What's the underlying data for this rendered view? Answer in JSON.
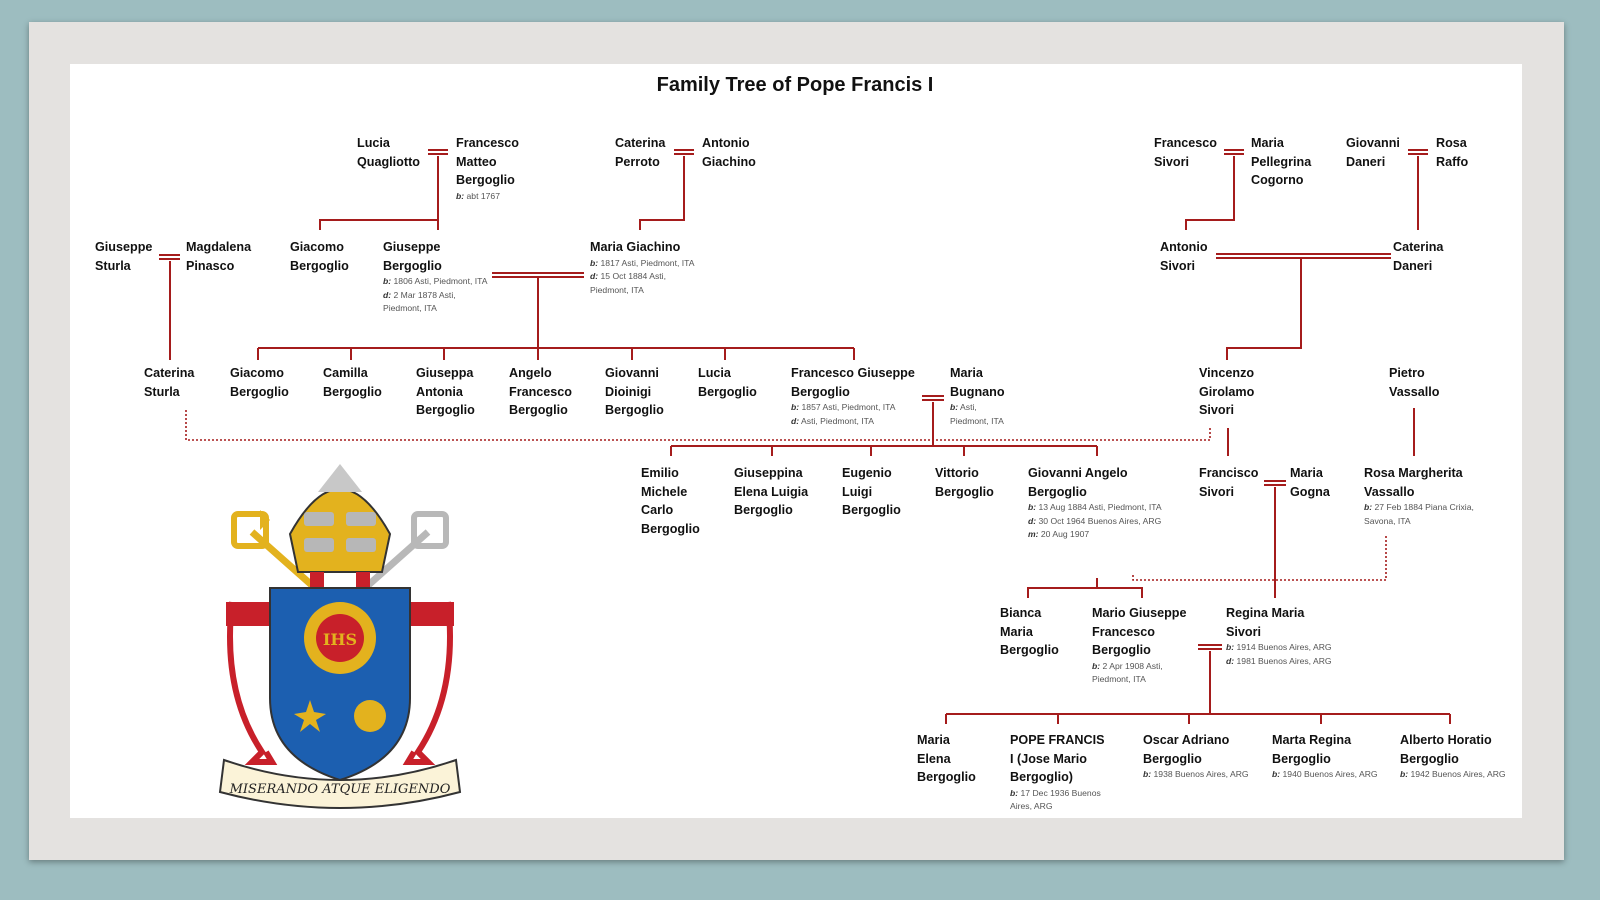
{
  "title": "Family Tree of Pope Francis I",
  "people": {
    "lucia_quagliotto": {
      "name": "Lucia Quagliotto"
    },
    "francesco_matteo": {
      "name": "Francesco Matteo Bergoglio",
      "details": [
        {
          "k": "b:",
          "v": "abt 1767"
        }
      ]
    },
    "caterina_perroto": {
      "name": "Caterina Perroto"
    },
    "antonio_giachino": {
      "name": "Antonio Giachino"
    },
    "francesco_sivori": {
      "name": "Francesco Sivori"
    },
    "maria_pellegrina": {
      "name": "Maria Pellegrina Cogorno"
    },
    "giovanni_daneri": {
      "name": "Giovanni Daneri"
    },
    "rosa_raffo": {
      "name": "Rosa Raffo"
    },
    "giuseppe_sturla": {
      "name": "Giuseppe Sturla"
    },
    "magdalena_pinasco": {
      "name": "Magdalena Pinasco"
    },
    "giacomo_bergoglio_1": {
      "name": "Giacomo Bergoglio"
    },
    "giuseppe_bergoglio": {
      "name": "Giuseppe Bergoglio",
      "details": [
        {
          "k": "b:",
          "v": "1806 Asti, Piedmont, ITA"
        },
        {
          "k": "d:",
          "v": "2 Mar 1878 Asti, Piedmont, ITA"
        }
      ]
    },
    "maria_giachino": {
      "name": "Maria Giachino",
      "details": [
        {
          "k": "b:",
          "v": "1817 Asti, Piedmont, ITA"
        },
        {
          "k": "d:",
          "v": "15 Oct 1884 Asti, Piedmont, ITA"
        }
      ]
    },
    "antonio_sivori": {
      "name": "Antonio Sivori"
    },
    "caterina_daneri": {
      "name": "Caterina Daneri"
    },
    "caterina_sturla": {
      "name": "Caterina Sturla"
    },
    "giacomo_bergoglio_2": {
      "name": "Giacomo Bergoglio"
    },
    "camilla_bergoglio": {
      "name": "Camilla Bergoglio"
    },
    "giuseppa_antonia": {
      "name": "Giuseppa Antonia Bergoglio"
    },
    "angelo_francesco": {
      "name": "Angelo Francesco Bergoglio"
    },
    "giovanni_dioinigi": {
      "name": "Giovanni Dioinigi Bergoglio"
    },
    "lucia_bergoglio": {
      "name": "Lucia Bergoglio"
    },
    "francesco_giuseppe": {
      "name": "Francesco Giuseppe Bergoglio",
      "details": [
        {
          "k": "b:",
          "v": "1857 Asti, Piedmont, ITA"
        },
        {
          "k": "d:",
          "v": "Asti, Piedmont, ITA"
        }
      ]
    },
    "maria_bugnano": {
      "name": "Maria Bugnano",
      "details": [
        {
          "k": "b:",
          "v": "Asti, Piedmont, ITA"
        }
      ]
    },
    "vincenzo_sivori": {
      "name": "Vincenzo Girolamo Sivori"
    },
    "pietro_vassallo": {
      "name": "Pietro Vassallo"
    },
    "emilio_michele": {
      "name": "Emilio Michele Carlo Bergoglio"
    },
    "giuseppina_elena": {
      "name": "Giuseppina Elena Luigia Bergoglio"
    },
    "eugenio_luigi": {
      "name": "Eugenio Luigi Bergoglio"
    },
    "vittorio_bergoglio": {
      "name": "Vittorio Bergoglio"
    },
    "giovanni_angelo": {
      "name": "Giovanni Angelo Bergoglio",
      "details": [
        {
          "k": "b:",
          "v": "13 Aug 1884 Asti, Piedmont, ITA"
        },
        {
          "k": "d:",
          "v": "30 Oct 1964 Buenos Aires, ARG"
        },
        {
          "k": "m:",
          "v": "20 Aug 1907"
        }
      ]
    },
    "francisco_sivori": {
      "name": "Francisco Sivori"
    },
    "maria_gogna": {
      "name": "Maria Gogna"
    },
    "rosa_margherita": {
      "name": "Rosa Margherita Vassallo",
      "details": [
        {
          "k": "b:",
          "v": "27 Feb 1884 Piana Crixia, Savona, ITA"
        }
      ]
    },
    "bianca_maria": {
      "name": "Bianca Maria Bergoglio"
    },
    "mario_giuseppe": {
      "name": "Mario Giuseppe Francesco Bergoglio",
      "details": [
        {
          "k": "b:",
          "v": "2 Apr 1908 Asti, Piedmont, ITA"
        }
      ]
    },
    "regina_maria": {
      "name": "Regina Maria Sivori",
      "details": [
        {
          "k": "b:",
          "v": "1914 Buenos Aires, ARG"
        },
        {
          "k": "d:",
          "v": "1981 Buenos Aires, ARG"
        }
      ]
    },
    "maria_elena": {
      "name": "Maria Elena Bergoglio"
    },
    "pope_francis": {
      "name": "POPE FRANCIS I (Jose Mario Bergoglio)",
      "details": [
        {
          "k": "b:",
          "v": "17 Dec 1936 Buenos Aires, ARG"
        }
      ]
    },
    "oscar_adriano": {
      "name": "Oscar Adriano Bergoglio",
      "details": [
        {
          "k": "b:",
          "v": "1938 Buenos Aires, ARG"
        }
      ]
    },
    "marta_regina": {
      "name": "Marta Regina Bergoglio",
      "details": [
        {
          "k": "b:",
          "v": "1940 Buenos Aires, ARG"
        }
      ]
    },
    "alberto_horatio": {
      "name": "Alberto Horatio Bergoglio",
      "details": [
        {
          "k": "b:",
          "v": "1942 Buenos Aires, ARG"
        }
      ]
    }
  },
  "crest": {
    "motto": "MISERANDO ATQUE ELIGENDO",
    "monogram": "IHS"
  },
  "colors": {
    "line": "#a51c1c",
    "background": "#9dbdc0",
    "crest_blue": "#1c5fb0",
    "crest_gold": "#e3b21e",
    "crest_red": "#c8202a"
  }
}
